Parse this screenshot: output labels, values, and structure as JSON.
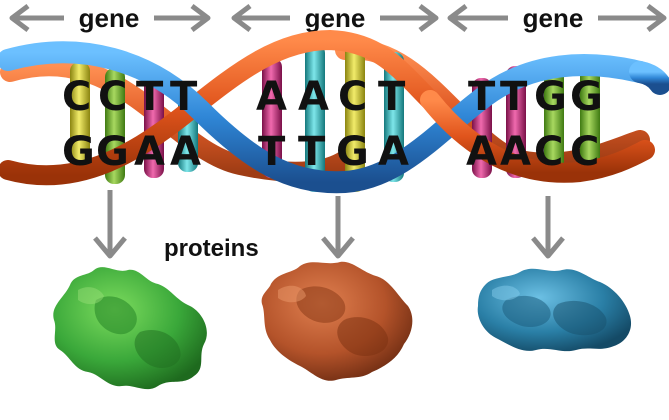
{
  "genes": [
    {
      "label": "gene",
      "top_bases": [
        "C",
        "C",
        "T",
        "T"
      ],
      "bottom_bases": [
        "G",
        "G",
        "A",
        "A"
      ],
      "protein_color": "#3aa83a"
    },
    {
      "label": "gene",
      "top_bases": [
        "A",
        "A",
        "C",
        "T"
      ],
      "bottom_bases": [
        "T",
        "T",
        "G",
        "A"
      ],
      "protein_color": "#b4532a"
    },
    {
      "label": "gene",
      "top_bases": [
        "T",
        "T",
        "G",
        "G"
      ],
      "bottom_bases": [
        "A",
        "A",
        "C",
        "C"
      ],
      "protein_color": "#2a7fa6"
    }
  ],
  "proteins_label": "proteins",
  "colors": {
    "strand_blue": "#2f86d6",
    "strand_orange": "#e0541c",
    "arrow_gray": "#8a8a8a",
    "rung_green": "#6aa82a",
    "rung_yellow": "#c9c21a",
    "rung_magenta": "#c2287a",
    "rung_cyan": "#27b2b8"
  },
  "icons": {
    "arrow": "double-headed-arrow-icon",
    "down_arrow": "down-arrow-icon",
    "protein": "protein-blob-icon"
  }
}
